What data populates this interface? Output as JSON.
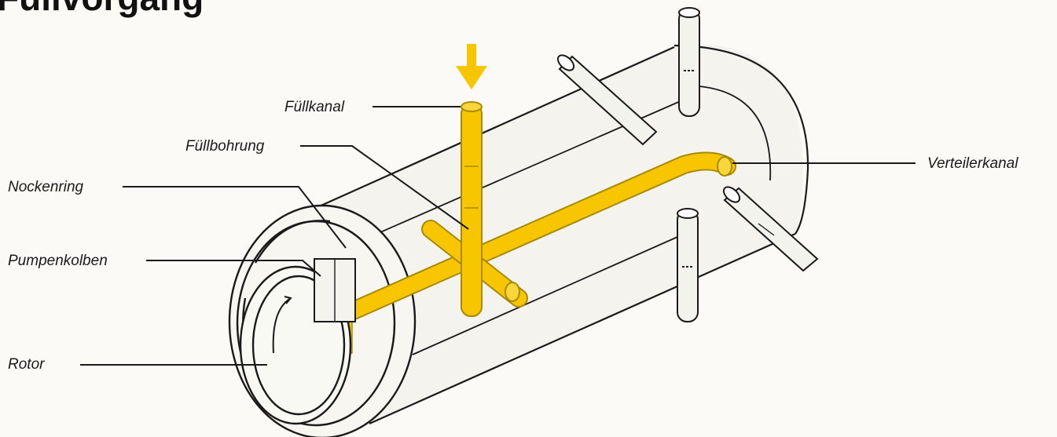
{
  "title": "Füllvorgang",
  "labels": {
    "fuellkanal": "Füllkanal",
    "fuellbohrung": "Füllbohrung",
    "nockenring": "Nockenring",
    "pumpenkolben": "Pumpenkolben",
    "rotor": "Rotor",
    "verteilerkanal": "Verteilerkanal"
  },
  "colors": {
    "fuel": "#f7c600",
    "fuel_stroke": "#a88a00",
    "line": "#1a1a1a",
    "background": "#fbfaf7",
    "glass": "#f4f6ef"
  },
  "icons": {
    "flow_arrow": "down-arrow-icon"
  }
}
